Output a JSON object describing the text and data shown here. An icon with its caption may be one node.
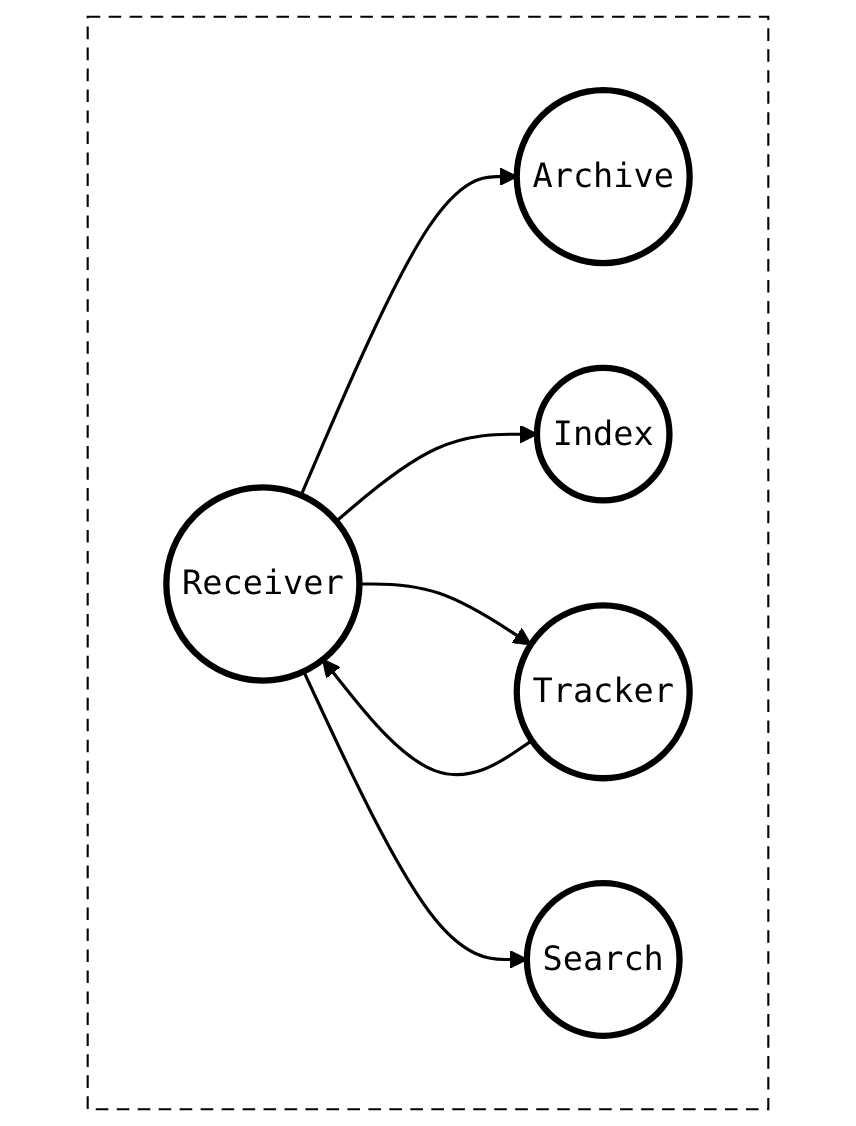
{
  "diagram": {
    "nodes": [
      {
        "text": [],
        "shape": "document"
      },
      {
        "text": [
          "Receiver"
        ],
        "in": 0
      },
      {
        "text": [
          "Archive"
        ],
        "in": 0
      },
      {
        "text": [
          "Index"
        ],
        "in": 0
      },
      {
        "text": [
          "Tracker"
        ],
        "in": 0
      },
      {
        "text": [
          "Search"
        ],
        "in": 0
      }
    ],
    "edges": [
      {
        "from": 1,
        "to": 2,
        "arrow": "to"
      },
      {
        "from": 1,
        "to": 3,
        "arrow": "to"
      },
      {
        "from": 1,
        "to": 4,
        "arrow": "to"
      },
      {
        "from": 4,
        "to": 1,
        "arrow": "to"
      },
      {
        "from": 1,
        "to": 5,
        "arrow": "to"
      }
    ]
  }
}
